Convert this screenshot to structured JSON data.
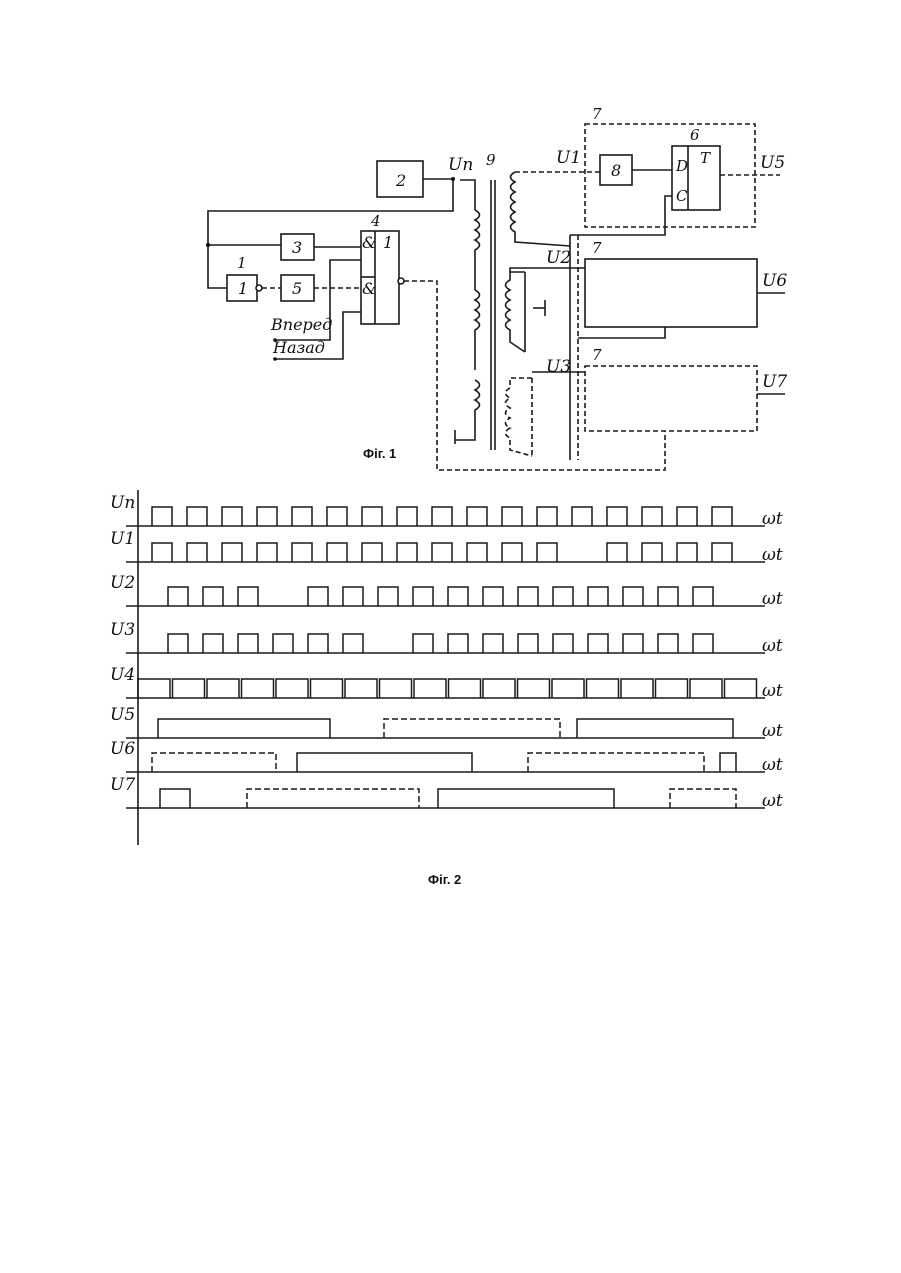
{
  "fig1": {
    "caption": "Фіг. 1",
    "blocks": {
      "b1": "1",
      "b2": "2",
      "b3": "3",
      "b5": "5",
      "b8": "8",
      "gate_and_top": "&",
      "gate_and_bottom": "&",
      "gate_or": "1",
      "trigger_d": "D",
      "trigger_c": "C",
      "trigger_t": "T"
    },
    "ref_labels": {
      "r1": "1",
      "r4": "4",
      "r6": "6",
      "r7_top": "7",
      "r7_mid": "7",
      "r7_bot": "7",
      "r9": "9"
    },
    "signals": {
      "un": "Un",
      "u1": "U1",
      "u2": "U2",
      "u3": "U3",
      "u5": "U5",
      "u6": "U6",
      "u7": "U7"
    },
    "inputs": {
      "forward": "Вперед",
      "back": "Назад"
    }
  },
  "fig2": {
    "caption": "Фіг. 2",
    "axis_label": "ωt",
    "rows": [
      {
        "name": "Un"
      },
      {
        "name": "U1"
      },
      {
        "name": "U2"
      },
      {
        "name": "U3"
      },
      {
        "name": "U4"
      },
      {
        "name": "U5"
      },
      {
        "name": "U6"
      },
      {
        "name": "U7"
      }
    ]
  }
}
